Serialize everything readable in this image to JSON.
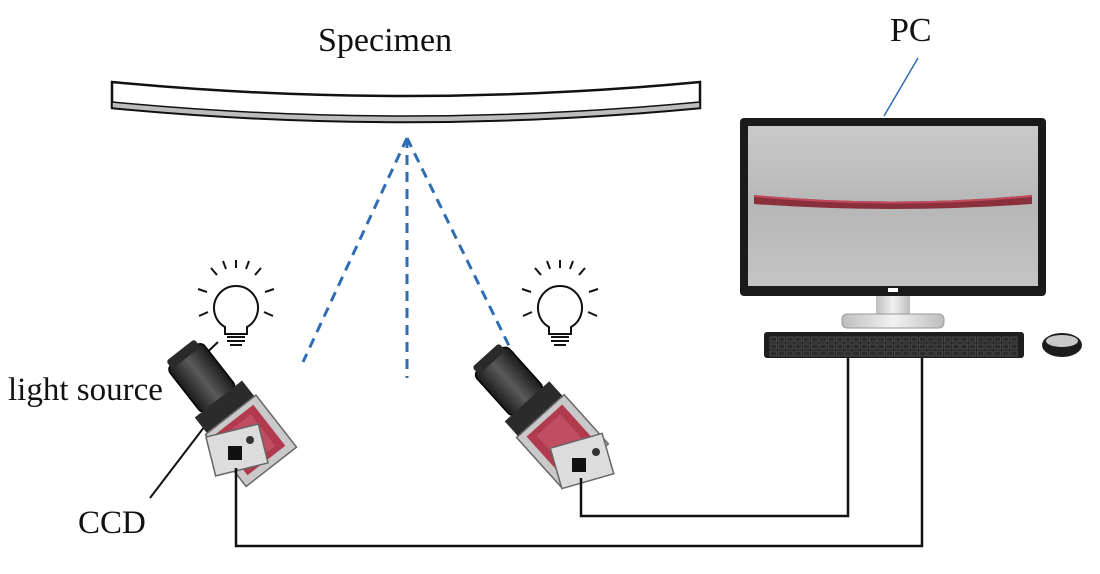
{
  "labels": {
    "specimen": "Specimen",
    "pc": "PC",
    "light_source": "light source",
    "ccd": "CCD"
  },
  "colors": {
    "optical_path": "#2e6db4",
    "camera_body": "#c0c0c0",
    "camera_panel": "#b23a4e",
    "specimen_face": "#bdbdbd",
    "screen_specimen": "#8a2f3c",
    "cable": "#111111"
  },
  "icons": [
    "light-bulb-icon",
    "ccd-camera-icon",
    "monitor-icon",
    "keyboard-icon",
    "mouse-icon"
  ]
}
